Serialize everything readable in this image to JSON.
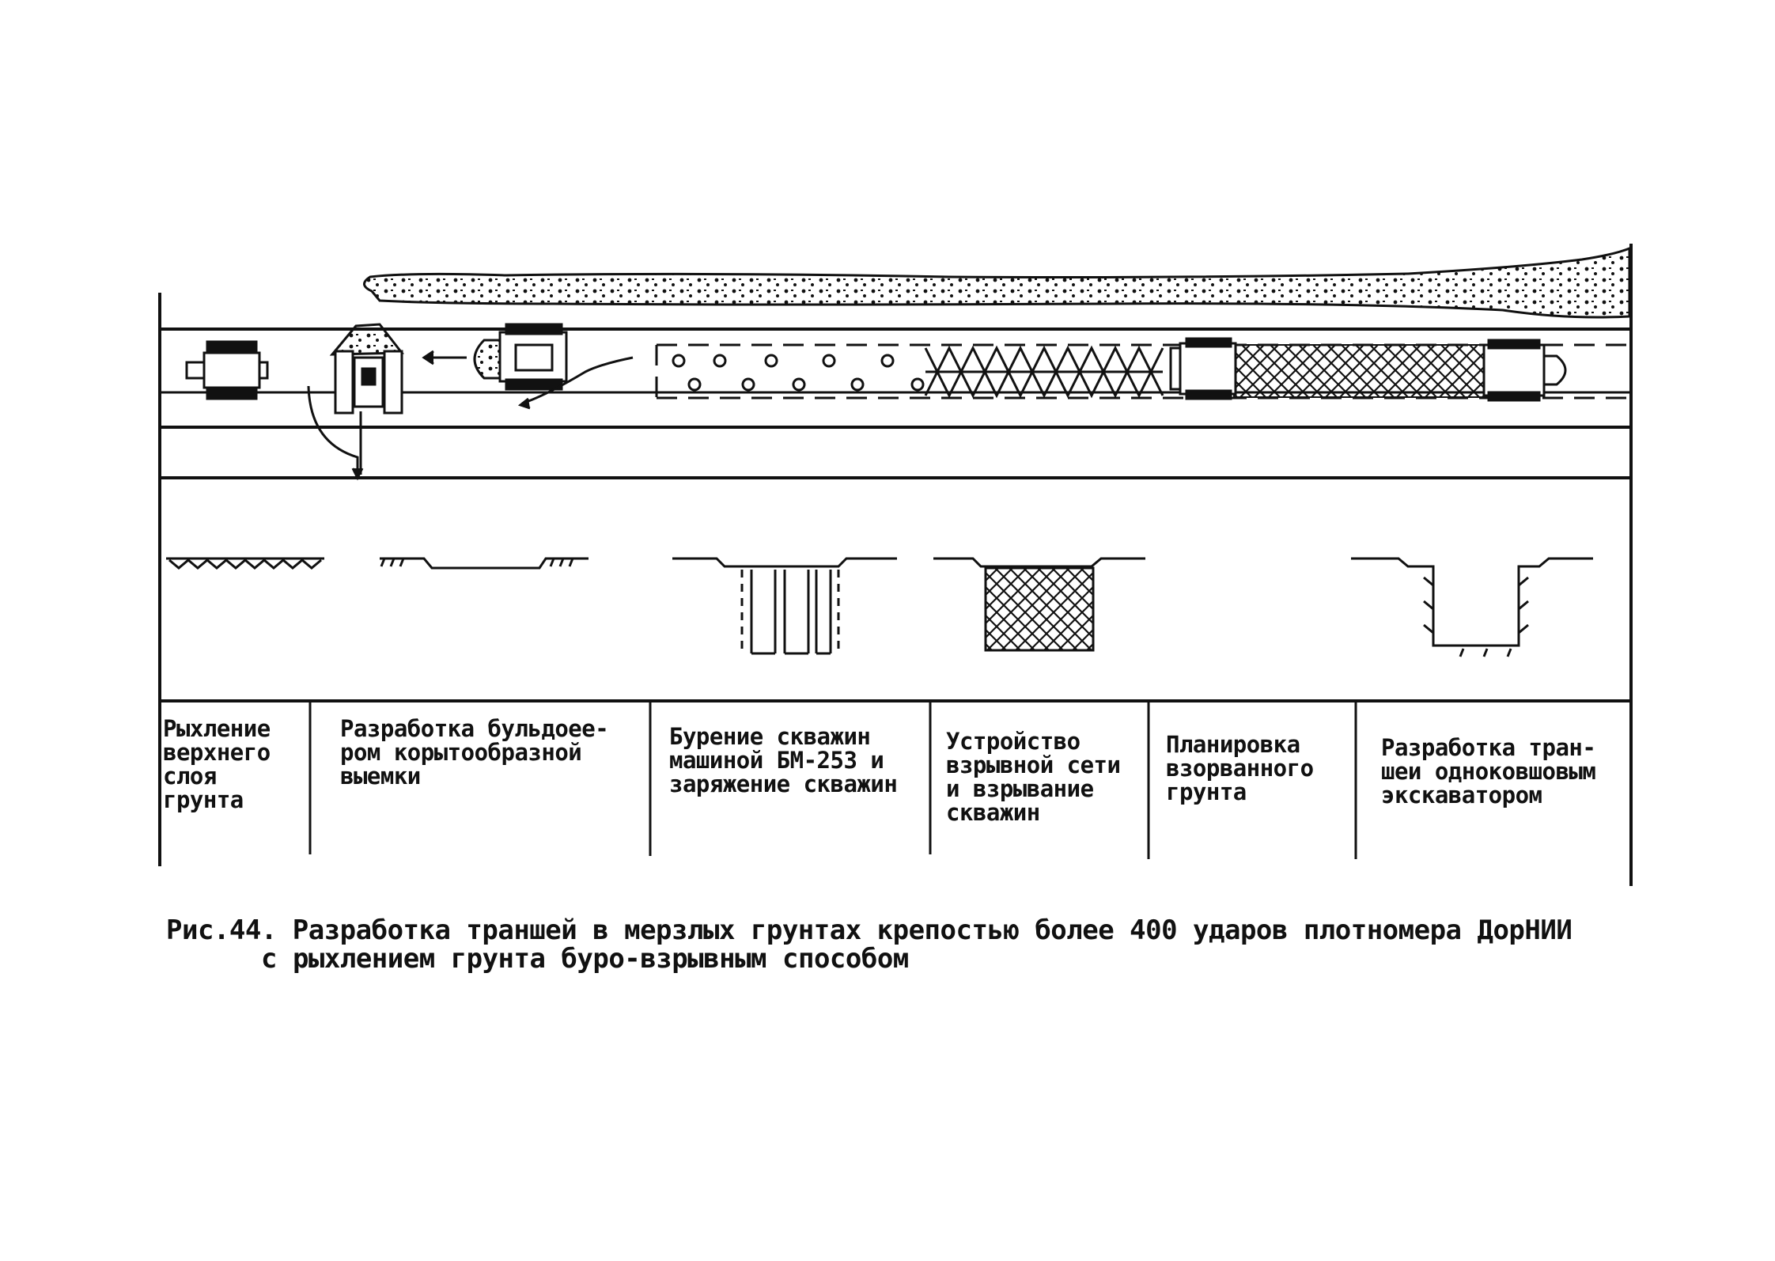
{
  "stages": [
    {
      "id": "loosening",
      "label": "Рыхление\nверхнего\nслоя\nгрунта"
    },
    {
      "id": "bulldozer",
      "label": "Разработка бульдоее-\nром корытообразной\nвыемки"
    },
    {
      "id": "drilling",
      "label": "Бурение скважин\nмашиной БМ-253 и\nзаряжение скважин"
    },
    {
      "id": "blasting",
      "label": "Устройство\nвзрывной сети\nи взрывание\nскважин"
    },
    {
      "id": "leveling",
      "label": "Планировка\nвзорванного\nгрунта"
    },
    {
      "id": "excavation",
      "label": "Разработка тран-\nшеи одноковшовым\nэкскаватором"
    }
  ],
  "caption": {
    "line1": "Рис.44. Разработка траншей в мерзлых грунтах крепостью более 400 ударов плотномера ДорНИИ",
    "line2": "с рыхлением грунта буро-взрывным способом"
  }
}
